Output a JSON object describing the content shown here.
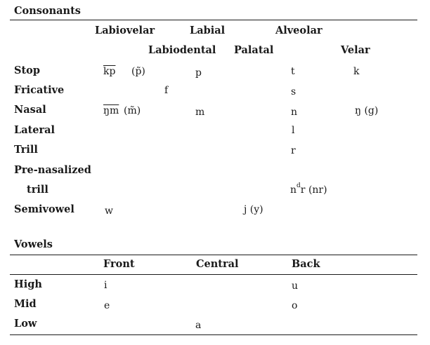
{
  "consonants": {
    "heading": "Consonants",
    "columns": {
      "labiovelar": "Labiovelar",
      "labial": "Labial",
      "alveolar": "Alveolar",
      "labiodental": "Labiodental",
      "palatal": "Palatal",
      "velar": "Velar"
    },
    "rows": {
      "stop": "Stop",
      "fricative": "Fricative",
      "nasal": "Nasal",
      "lateral": "Lateral",
      "trill": "Trill",
      "prenasalized_1": "Pre-nasalized",
      "prenasalized_2": "trill",
      "semivowel": "Semivowel"
    },
    "cells": {
      "stop_labiovelar_main": "kp",
      "stop_labiovelar_alt": "(p̃)",
      "stop_labial": "p",
      "stop_alveolar": "t",
      "stop_velar": "k",
      "fricative_labiodental": "f",
      "fricative_alveolar": "s",
      "nasal_labiovelar_main": "ŋm",
      "nasal_labiovelar_alt": "(m̃)",
      "nasal_labial": "m",
      "nasal_alveolar": "n",
      "nasal_velar": "ŋ (g)",
      "lateral_alveolar": "l",
      "trill_alveolar": "r",
      "prenas_n": "n",
      "prenas_sup": "d",
      "prenas_rest": "r (nr)",
      "semivowel_labiovelar": "w",
      "semivowel_palatal": "j (y)"
    }
  },
  "vowels": {
    "heading": "Vowels",
    "columns": {
      "front": "Front",
      "central": "Central",
      "back": "Back"
    },
    "rows": {
      "high": "High",
      "mid": "Mid",
      "low": "Low"
    },
    "cells": {
      "high_front": "i",
      "high_back": "u",
      "mid_front": "e",
      "mid_back": "o",
      "low_central": "a"
    }
  }
}
